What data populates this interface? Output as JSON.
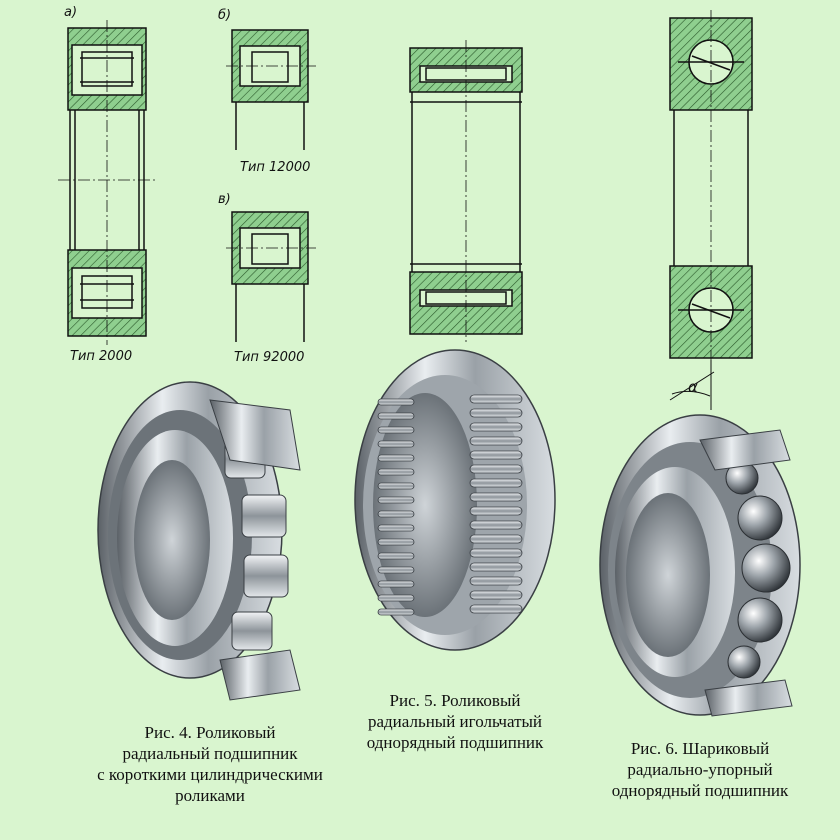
{
  "drawings": {
    "label_a": "а)",
    "label_b": "б)",
    "label_v": "в)",
    "type_2000": "Тип 2000",
    "type_12000": "Тип 12000",
    "type_92000": "Тип 92000",
    "alpha": "α"
  },
  "captions": {
    "fig4": [
      "Рис. 4.  Роликовый",
      "радиальный подшипник",
      "с короткими цилиндрическими",
      "роликами"
    ],
    "fig5": [
      "Рис. 5. Роликовый",
      "радиальный игольчатый",
      "однорядный подшипник"
    ],
    "fig6": [
      "Рис. 6. Шариковый",
      "радиально-упорный",
      "однорядный подшипник"
    ]
  },
  "colors": {
    "background": "#d9f5cf",
    "hatch_fill": "#8fcf8f",
    "line": "#111111",
    "steel_dark": "#4a4f55",
    "steel_light": "#e8ecef"
  }
}
